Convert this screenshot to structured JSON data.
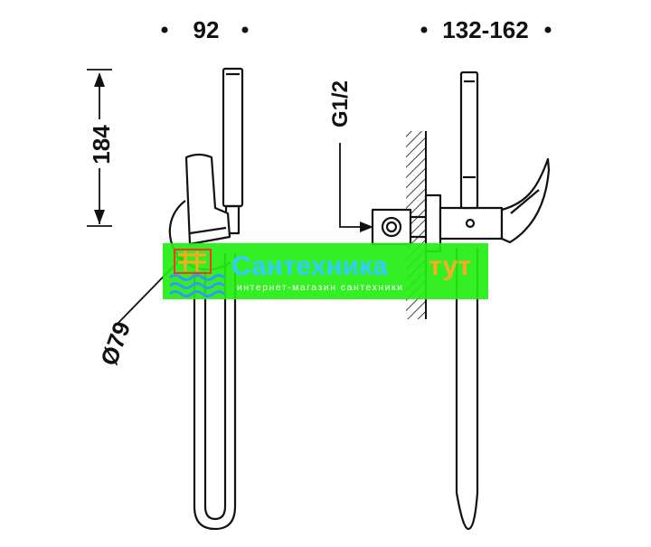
{
  "colors": {
    "line": "#111111",
    "banner_green": "#22ee11",
    "banner_title": "#33ccff",
    "banner_suffix": "#ffaa22",
    "banner_sub": "#ffffff",
    "logo_red": "#ff3322",
    "logo_blue": "#3399ff"
  },
  "dimensions": {
    "width_front": "92",
    "width_side": "132-162",
    "height": "184",
    "diameter": "Ø79",
    "thread": "G1/2"
  },
  "watermark": {
    "title": "Сантехника",
    "suffix": "тут",
    "subtitle": "интернет-магазин сантехники"
  }
}
